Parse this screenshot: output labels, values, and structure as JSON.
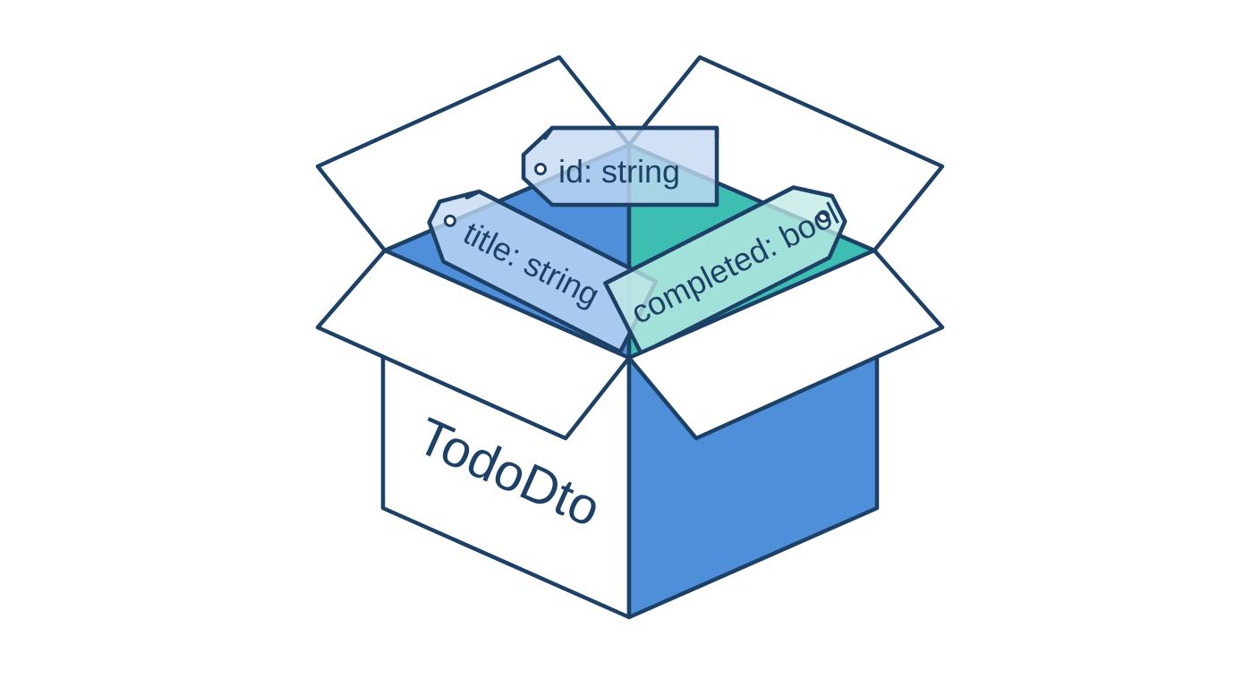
{
  "box": {
    "label": "TodoDto"
  },
  "tags": [
    {
      "label": "id: string"
    },
    {
      "label": "title: string"
    },
    {
      "label": "completed: bool"
    }
  ],
  "colors": {
    "outline": "#1c4066",
    "box_blue": "#4f8fda",
    "interior_teal": "#3ebdb3",
    "tag_blue_fill": "#c4daf3",
    "tag_teal_fill": "#bfe9e6",
    "background": "#ffffff"
  }
}
